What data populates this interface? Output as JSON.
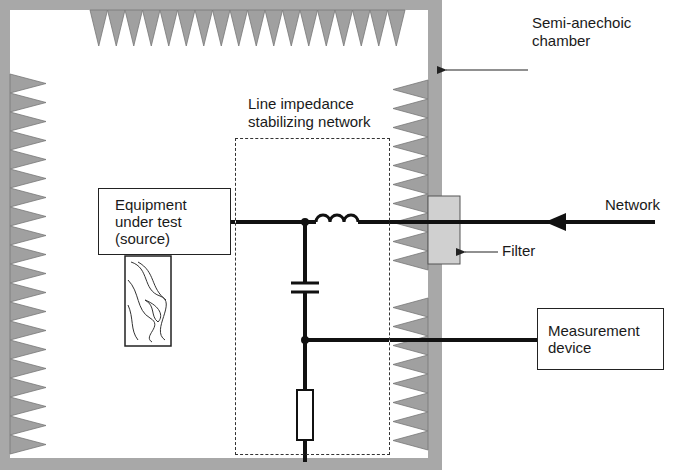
{
  "diagram": {
    "nodes": [
      {
        "text": [
          "Equipment under test (source)"
        ]
      },
      {
        "text": [
          "Line impedance stabilizing network"
        ]
      },
      {
        "text": [
          "Measurement device"
        ]
      }
    ],
    "edges": [
      {
        "from": 0,
        "to": 1,
        "arrow": "none"
      },
      {
        "from": 1,
        "to": 2,
        "arrow": "none"
      }
    ],
    "labels": [
      "Semi-anechoic chamber",
      "Network",
      "Filter"
    ]
  }
}
